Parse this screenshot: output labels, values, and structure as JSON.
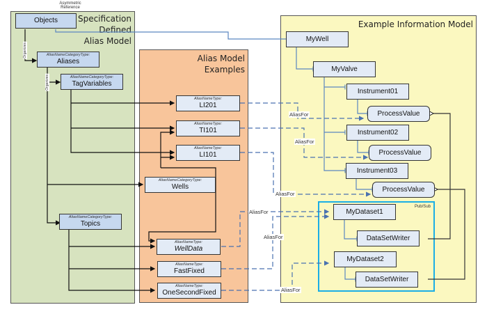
{
  "colors": {
    "spec_panel": "#d7e3bf",
    "examples_panel": "#f8c59b",
    "info_panel": "#fbf8c0",
    "pubsub_border": "#1aaee6",
    "aliasfor_line": "#4a72b0",
    "info_line": "#5b86c0"
  },
  "header_label": "Asymmetric Reference",
  "panels": {
    "spec": {
      "title_lines": [
        "Specification",
        "Defined",
        "Alias Model"
      ]
    },
    "examples": {
      "title_lines": [
        "Alias Model",
        "Examples"
      ]
    },
    "info": {
      "title": "Example Information Model"
    },
    "pubsub": {
      "title": "Pub/Sub"
    }
  },
  "edge_labels": {
    "organizes": "Organizes",
    "alias_for": "AliasFor"
  },
  "spec_nodes": {
    "objects": {
      "name": "Objects"
    },
    "aliases": {
      "type": "AliasNameCategoryType:",
      "name": "Aliases"
    },
    "tag_variables": {
      "type": "AliasNameCategoryType:",
      "name": "TagVariables"
    },
    "topics": {
      "type": "AliasNameCategoryType:",
      "name": "Topics"
    }
  },
  "example_nodes": {
    "li201": {
      "type": "AliasNameType:",
      "name": "LI201"
    },
    "ti101": {
      "type": "AliasNameType:",
      "name": "TI101"
    },
    "li101": {
      "type": "AliasNameType:",
      "name": "LI101"
    },
    "wells": {
      "type": "AliasNameCategoryType:",
      "name": "Wells"
    },
    "welldata": {
      "type": "AliasNameType:",
      "name": "WellData"
    },
    "fastfixed": {
      "type": "AliasNameType:",
      "name": "FastFixed"
    },
    "onesecondfixed": {
      "type": "AliasNameType:",
      "name": "OneSecondFixed"
    }
  },
  "info_nodes": {
    "mywell": "MyWell",
    "myvalve": "MyValve",
    "instrument01": "Instrument01",
    "pv1": "ProcessValue",
    "instrument02": "Instrument02",
    "pv2": "ProcessValue",
    "instrument03": "Instrument03",
    "pv3": "ProcessValue",
    "mydataset1": "MyDataset1",
    "dsw1": "DataSetWriter",
    "mydataset2": "MyDataset2",
    "dsw2": "DataSetWriter"
  }
}
